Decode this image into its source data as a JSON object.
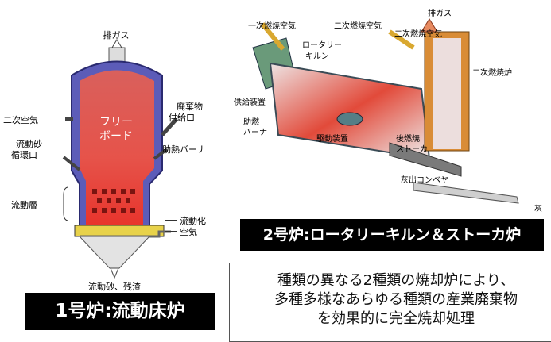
{
  "furnace1": {
    "labels": {
      "exhaust": "排ガス",
      "secondary_air": "二次空気",
      "waste_inlet": "廃棄物供給口",
      "freeboard": "フリーボード",
      "sand_return": "流動砂循環口",
      "burner": "助熱バーナ",
      "bed": "流動層",
      "fluid_air": "流動化空気",
      "residue": "流動砂、残渣"
    },
    "caption": "1号炉:流動床炉"
  },
  "furnace2": {
    "labels": {
      "exhaust": "排ガス",
      "primary_air": "一次燃焼空気",
      "secondary_air": "二次燃焼空気",
      "rotary_kiln": "ロータリーキルン",
      "secondary_chamber": "二次燃焼炉",
      "feeder": "供給装置",
      "burner": "助燃バーナ",
      "drive": "駆動装置",
      "stoker": "後燃焼ストーカ",
      "conveyor": "灰出コンベヤ",
      "ash": "灰"
    },
    "caption": "2号炉:ロータリーキルン＆ストーカ炉"
  },
  "description": {
    "lines": [
      "種類の異なる2種類の焼却炉により、",
      "多種多様なあらゆる種類の産業廃棄物",
      "を効果的に完全焼却処理"
    ]
  }
}
